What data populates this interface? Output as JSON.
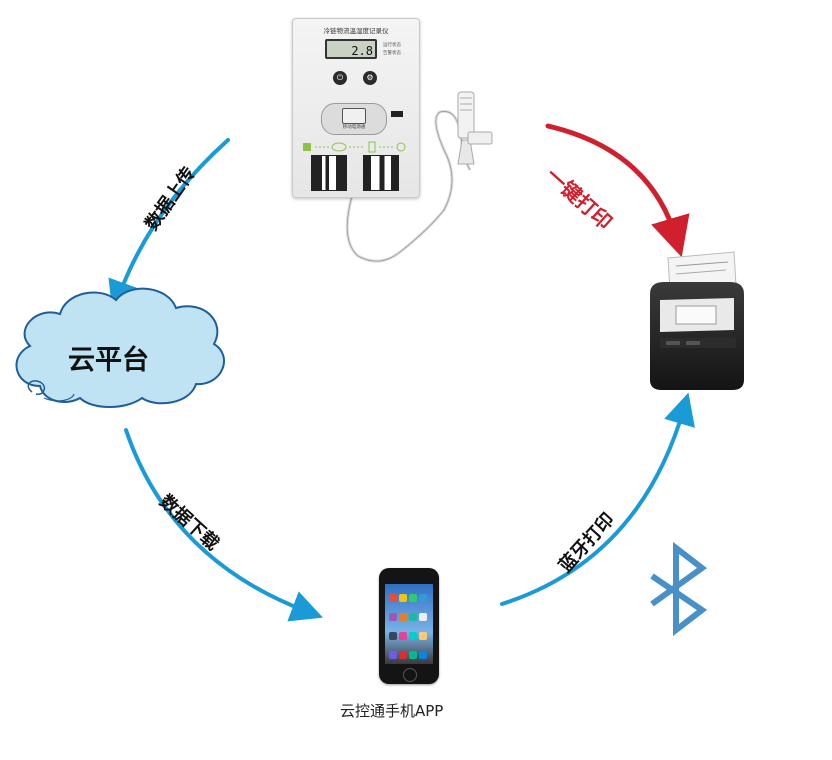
{
  "device": {
    "title": "冷链物流温湿度记录仪",
    "lcd_value": "2.8",
    "status_line1": "运行状态",
    "status_line2": "告警状态",
    "slot_label": "移动电源通"
  },
  "labels": {
    "cloud": "云平台",
    "upload": "数据上传",
    "download": "数据下载",
    "print_one_key": "一键打印",
    "bluetooth_print": "蓝牙打印",
    "app": "云控通手机APP"
  },
  "colors": {
    "blue_arrow": "#1a9ad6",
    "red_arrow": "#d0202e",
    "bluetooth": "#4a90c8",
    "cloud_fill": "#bfe3f2",
    "cloud_stroke": "#1f5e9a"
  },
  "icons": {
    "power": "power-icon",
    "settings": "settings-icon",
    "bluetooth": "bluetooth-icon"
  }
}
